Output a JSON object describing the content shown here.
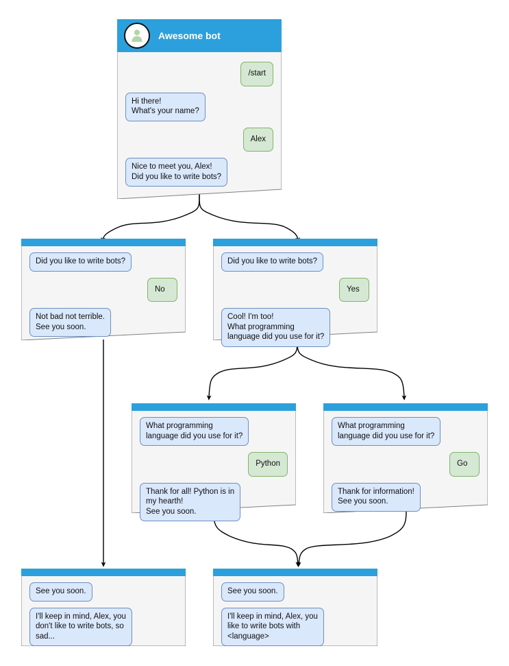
{
  "diagram": {
    "title": "Awesome bot conversation flow",
    "type": "flowchart",
    "colors": {
      "header_blue": "#2BA0DC",
      "node_body": "#F5F5F5",
      "node_border": "#808080",
      "bot_bubble_fill": "#DAE8FC",
      "bot_bubble_border": "#6C8EBF",
      "user_bubble_fill": "#D5E8D4",
      "user_bubble_border": "#82B366",
      "edge_stroke": "#000000",
      "avatar_fill": "#FFFFFF",
      "avatar_glyph": "#B5D5A7"
    }
  },
  "nodes": {
    "root": {
      "name": "start-screen",
      "title": "Awesome bot",
      "avatar_icon": "person-avatar-icon",
      "messages": [
        {
          "side": "user",
          "text": "/start"
        },
        {
          "side": "bot",
          "text": "Hi there!\nWhat's your name?"
        },
        {
          "side": "user",
          "text": "Alex"
        },
        {
          "side": "bot",
          "text": "Nice to meet you, Alex!\nDid you like to write bots?"
        }
      ]
    },
    "no_branch": {
      "name": "answer-no-screen",
      "messages": [
        {
          "side": "bot",
          "text": "Did you like to write bots?"
        },
        {
          "side": "user",
          "text": "No"
        },
        {
          "side": "bot",
          "text": "Not bad not terrible.\nSee you soon."
        }
      ]
    },
    "yes_branch": {
      "name": "answer-yes-screen",
      "messages": [
        {
          "side": "bot",
          "text": "Did you like to write bots?"
        },
        {
          "side": "user",
          "text": "Yes"
        },
        {
          "side": "bot",
          "text": "Cool! I'm too!\nWhat programming\nlanguage did you use for it?"
        }
      ]
    },
    "python_branch": {
      "name": "answer-python-screen",
      "messages": [
        {
          "side": "bot",
          "text": "What programming\nlanguage did you use for it?"
        },
        {
          "side": "user",
          "text": "Python"
        },
        {
          "side": "bot",
          "text": "Thank for all! Python is in\nmy hearth!\nSee you soon."
        }
      ]
    },
    "go_branch": {
      "name": "answer-go-screen",
      "messages": [
        {
          "side": "bot",
          "text": "What programming\nlanguage did you use for it?"
        },
        {
          "side": "user",
          "text": "Go"
        },
        {
          "side": "bot",
          "text": "Thank for information!\nSee you soon."
        }
      ]
    },
    "end_sad": {
      "name": "end-screen-no-bots",
      "messages": [
        {
          "side": "bot",
          "text": "See you soon."
        },
        {
          "side": "bot",
          "text": "I'll keep in mind, Alex, you\ndon't like to write bots, so\nsad..."
        }
      ]
    },
    "end_happy": {
      "name": "end-screen-likes-bots",
      "messages": [
        {
          "side": "bot",
          "text": "See you soon."
        },
        {
          "side": "bot",
          "text": "I'll keep in mind, Alex, you\nlike to write bots with\n<language>"
        }
      ]
    }
  }
}
